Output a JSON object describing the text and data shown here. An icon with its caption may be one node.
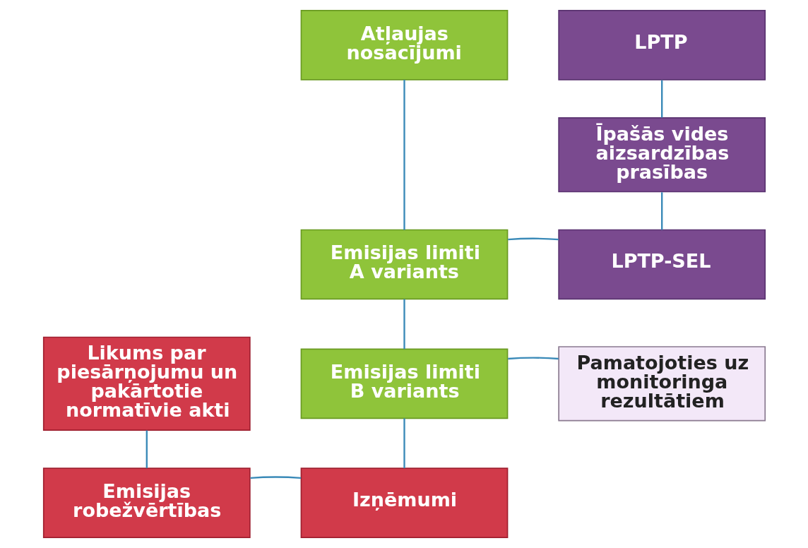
{
  "diagram": {
    "nodes": [
      {
        "text": [
          "Atļaujas nosacījumi"
        ]
      },
      {
        "text": [
          "Emisijas limiti A variants"
        ]
      },
      {
        "text": [
          "LPTP"
        ]
      },
      {
        "text": [
          "Īpašās vides aizsardzības prasības"
        ]
      },
      {
        "text": [
          "LPTP-SEL"
        ]
      },
      {
        "text": [
          "Likums par piesārņojumu un pakārtotie normatīvie akti"
        ]
      },
      {
        "text": [
          "Emisijas limiti B variants"
        ]
      },
      {
        "text": [
          "Pamatojoties uz monitoringa rezultātiem"
        ]
      },
      {
        "text": [
          "Emisijas robežvērtības"
        ]
      },
      {
        "text": [
          "Izņēmumi"
        ]
      }
    ],
    "edges": [
      {
        "from": 0,
        "to": 1,
        "arrow": "none"
      },
      {
        "from": 2,
        "to": 3,
        "arrow": "none"
      },
      {
        "from": 3,
        "to": 4,
        "arrow": "none"
      },
      {
        "from": 1,
        "to": 4,
        "arrow": "none"
      },
      {
        "from": 1,
        "to": 6,
        "arrow": "none"
      },
      {
        "from": 6,
        "to": 7,
        "arrow": "none"
      },
      {
        "from": 6,
        "to": 9,
        "arrow": "none"
      },
      {
        "from": 5,
        "to": 8,
        "arrow": "none"
      },
      {
        "from": 8,
        "to": 9,
        "arrow": "none"
      }
    ]
  }
}
